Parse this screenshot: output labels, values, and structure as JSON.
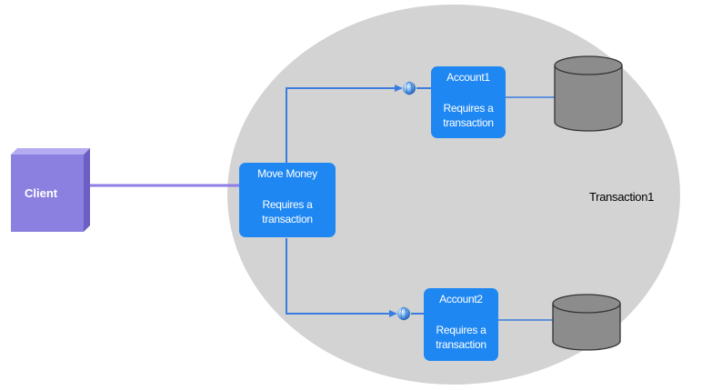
{
  "diagram": {
    "client": {
      "label": "Client"
    },
    "region": {
      "label": "Transaction1"
    },
    "move_money": {
      "title": "Move Money",
      "line1": "Requires a",
      "line2": "transaction"
    },
    "account1": {
      "title": "Account1",
      "line1": "Requires a",
      "line2": "transaction"
    },
    "account2": {
      "title": "Account2",
      "line1": "Requires a",
      "line2": "transaction"
    }
  },
  "colors": {
    "component_blue": "#1f87f2",
    "connector_blue": "#3a7de0",
    "client_purple": "#8b7fe0",
    "client_purple_dark": "#6b5fc4",
    "client_line": "#8c7ee6",
    "transaction_region": "#d3d3d3",
    "database_fill": "#8c8c8c"
  },
  "icons": {
    "interface": "globe-interface-icon",
    "database": "cylinder-database-icon"
  }
}
